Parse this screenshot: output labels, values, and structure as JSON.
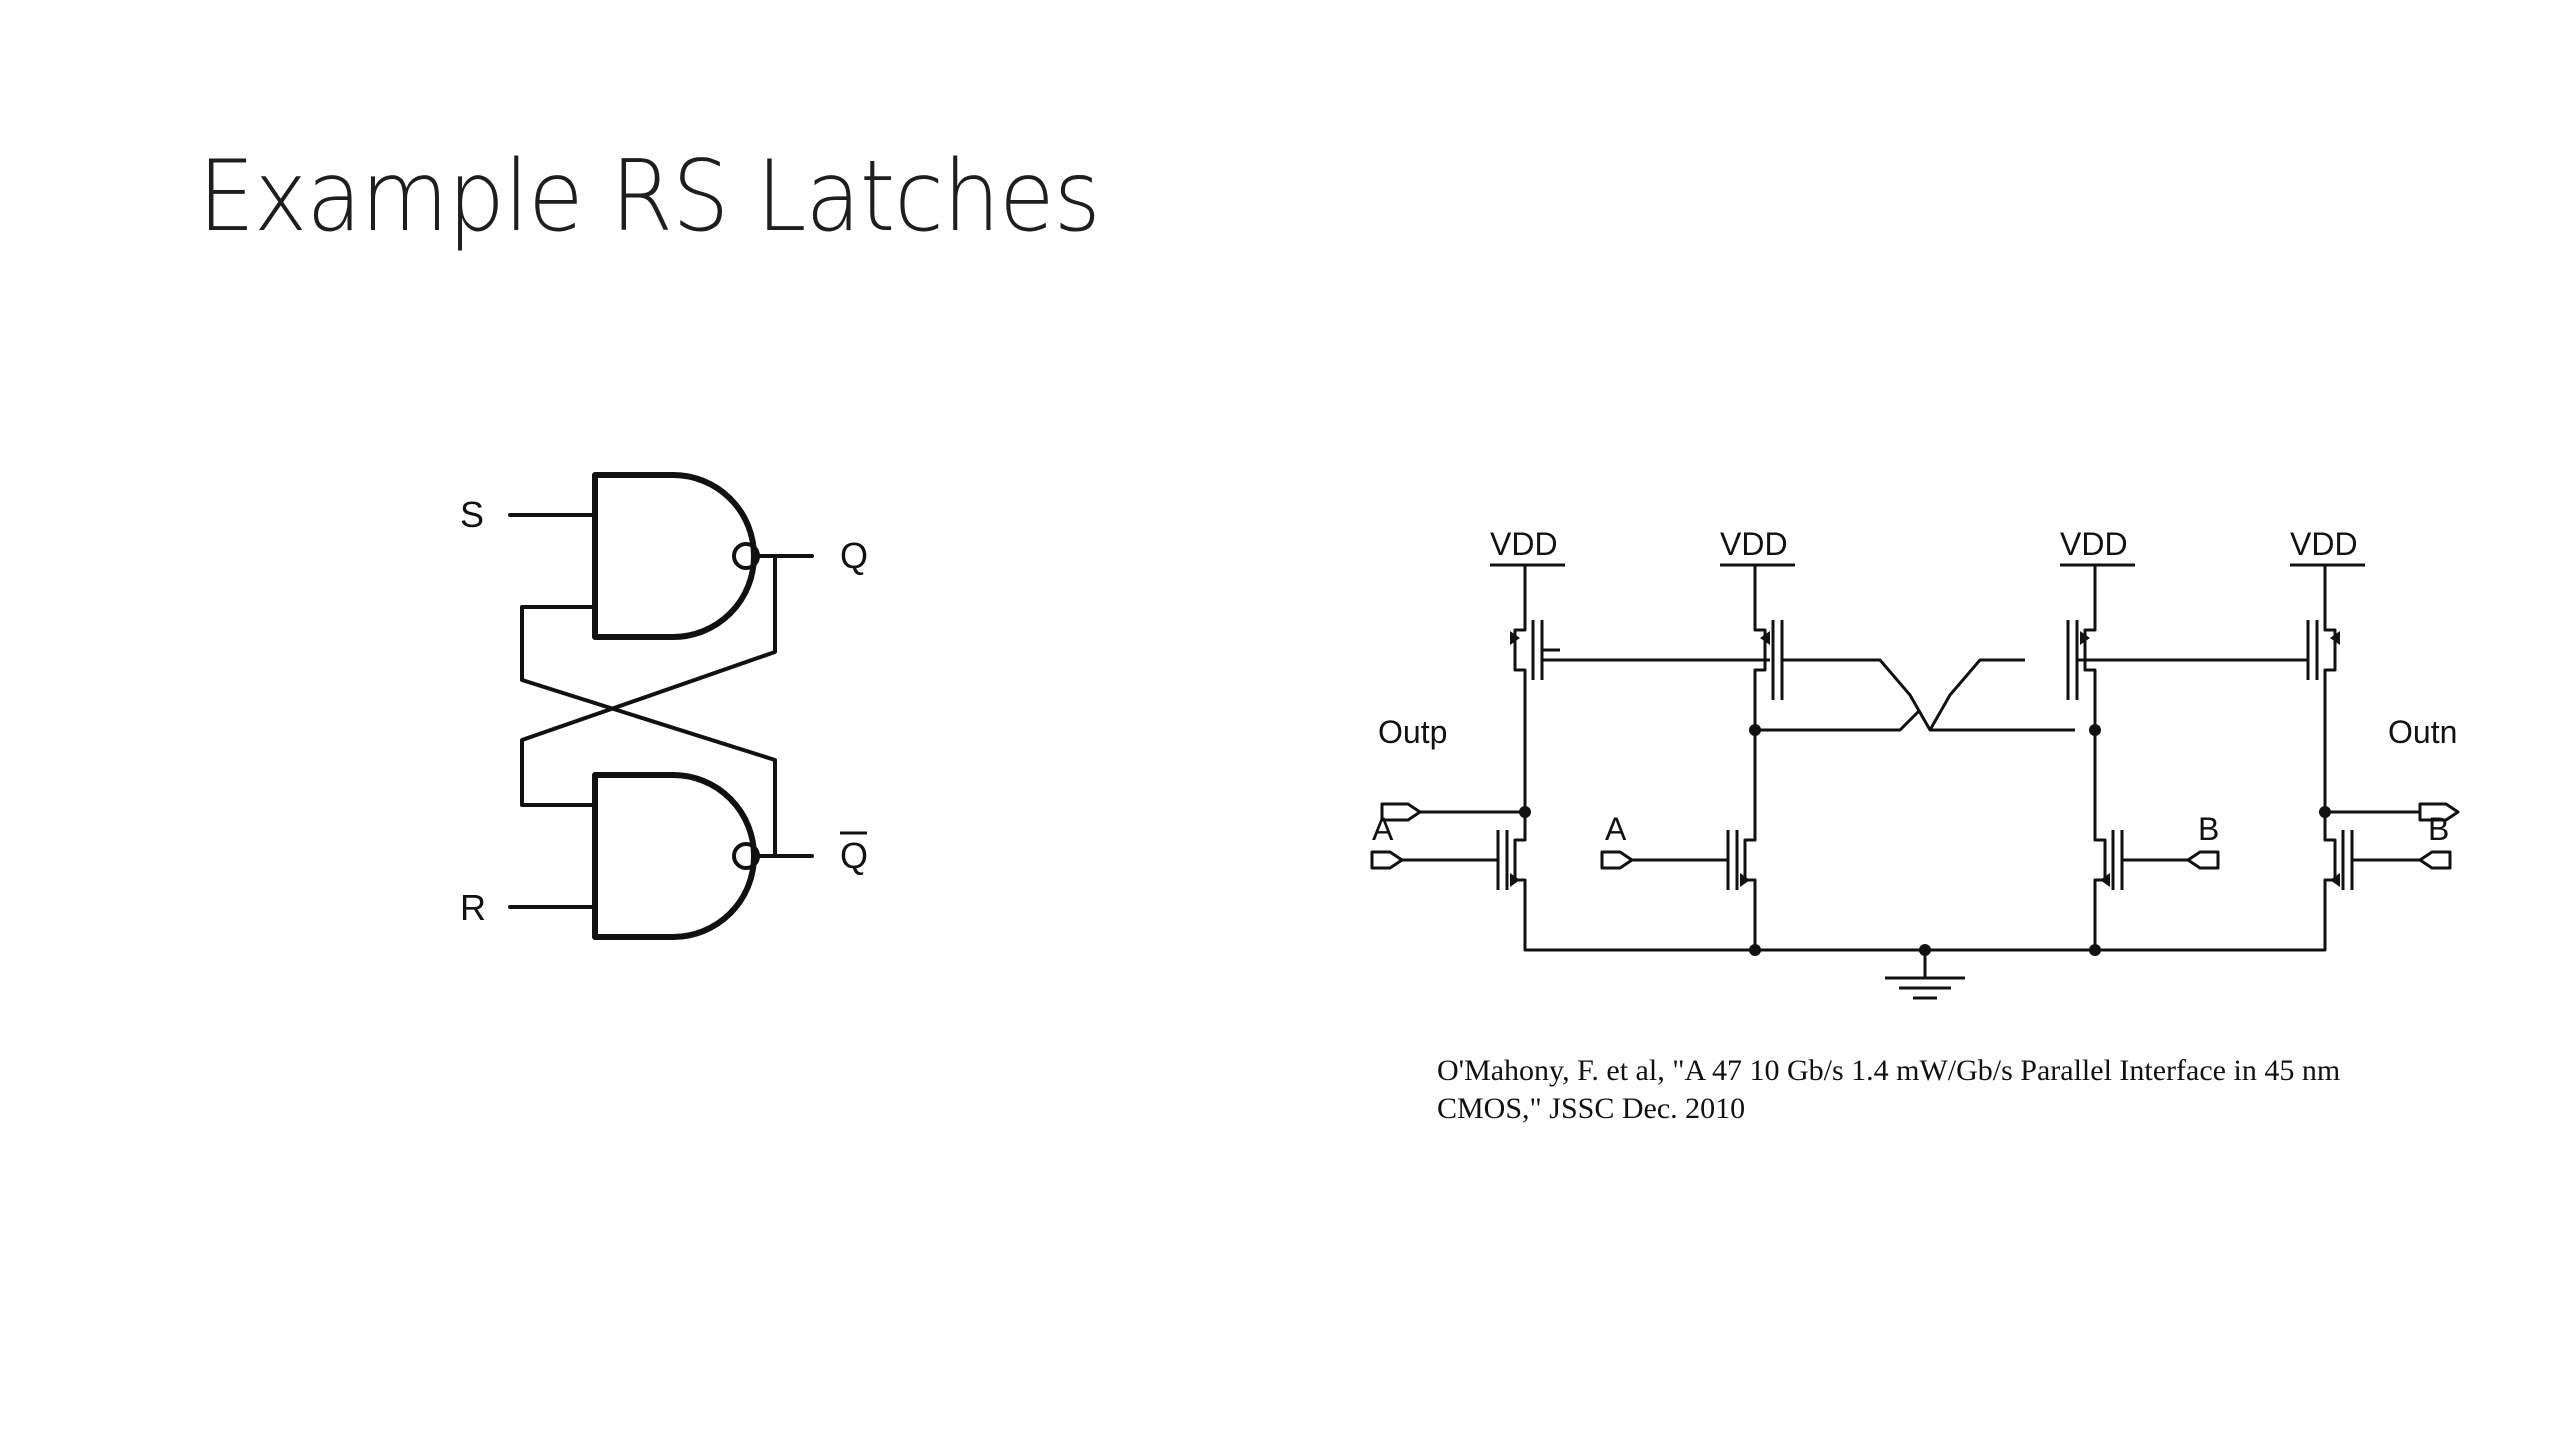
{
  "slide": {
    "title": "Example RS Latches"
  },
  "nand_latch": {
    "input_s": "S",
    "input_r": "R",
    "output_q": "Q",
    "output_qbar": "Q"
  },
  "cmos_latch": {
    "vdd_labels": [
      "VDD",
      "VDD",
      "VDD",
      "VDD"
    ],
    "output_p": "Outp",
    "output_n": "Outn",
    "input_a_left": "A",
    "input_a_right": "A",
    "input_b_left": "B",
    "input_b_right": "B"
  },
  "citation": {
    "line1": "O'Mahony, F. et al, \"A 47 10 Gb/s 1.4 mW/Gb/s Parallel Interface in 45 nm",
    "line2": "CMOS,\" JSSC Dec. 2010"
  }
}
